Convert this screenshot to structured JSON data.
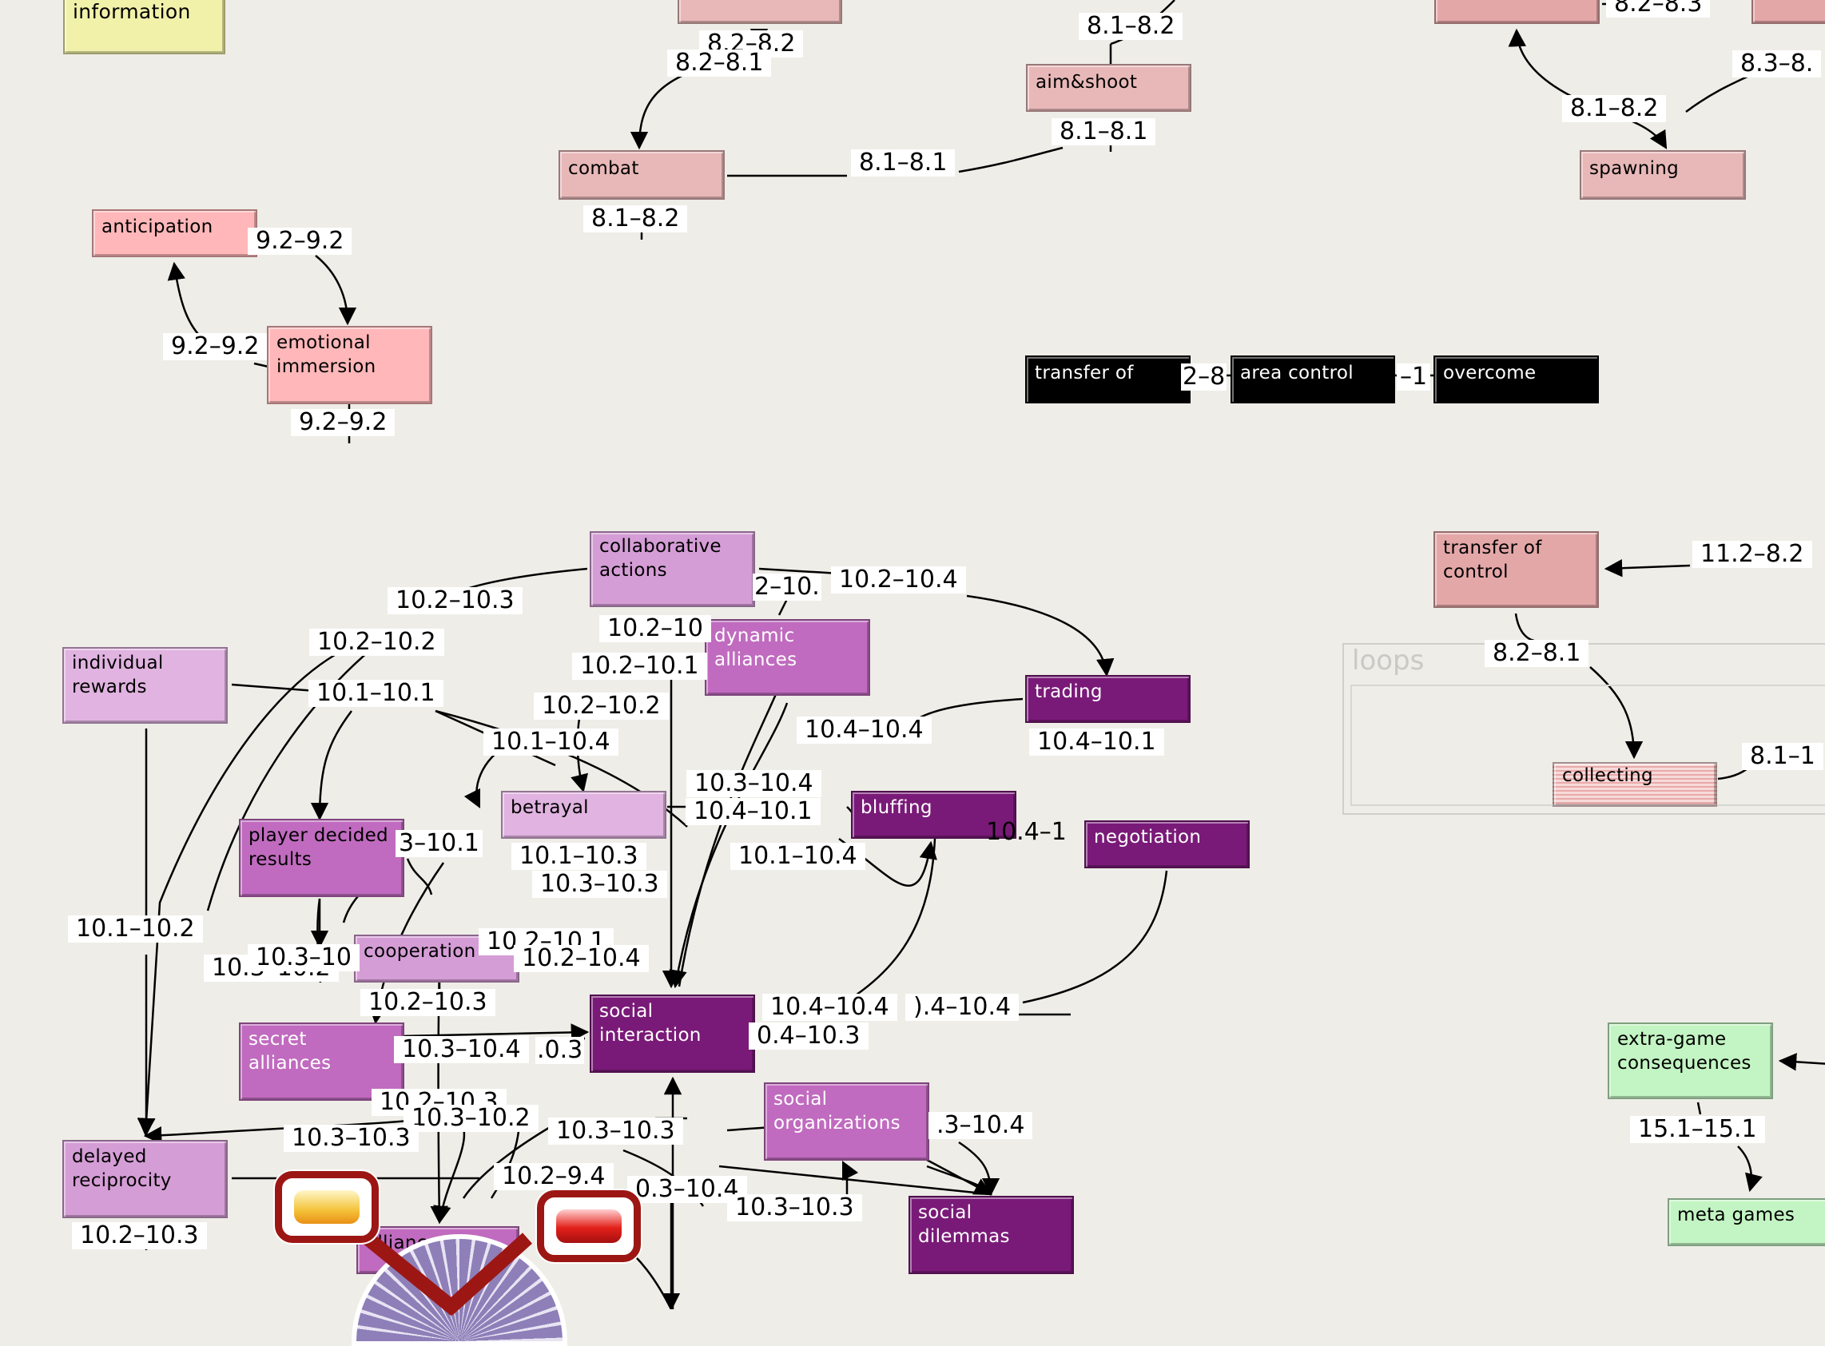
{
  "colors": {
    "background": "#eeede7",
    "light_pink": "#e8b8b8",
    "pink": "#ffb7b9",
    "rose": "#e4a7a8",
    "black": "#000000",
    "yellow_note": "#f1f1aa",
    "lavender": "#e0b3e0",
    "orchid": "#d59dd6",
    "medium_purple": "#c06bbf",
    "dark_purple": "#7a1a78",
    "mint": "#c3f4c3",
    "red_dark": "#9c1713"
  },
  "group": {
    "title": "loops"
  },
  "nodes": [
    {
      "id": "note-information",
      "label": "information",
      "style": "yellow_note",
      "text": "#000"
    },
    {
      "id": "top-node",
      "label": "",
      "style": "light_pink",
      "text": "#000"
    },
    {
      "id": "aim-shoot",
      "label": "aim&shoot",
      "style": "light_pink",
      "text": "#000"
    },
    {
      "id": "combat",
      "label": "combat",
      "style": "light_pink",
      "text": "#000"
    },
    {
      "id": "top-right-node",
      "label": "",
      "style": "rose",
      "text": "#000"
    },
    {
      "id": "top-right-node-2",
      "label": "",
      "style": "rose",
      "text": "#000"
    },
    {
      "id": "spawning",
      "label": "spawning",
      "style": "light_pink",
      "text": "#000"
    },
    {
      "id": "anticipation",
      "label": "anticipation",
      "style": "pink",
      "text": "#000"
    },
    {
      "id": "emotional-immersion",
      "label": "emotional\nimmersion",
      "style": "pink",
      "text": "#000"
    },
    {
      "id": "transfer-of",
      "label": "transfer of",
      "style": "black",
      "text": "#fff"
    },
    {
      "id": "area-control",
      "label": "area control",
      "style": "black",
      "text": "#fff"
    },
    {
      "id": "overcome",
      "label": "overcome",
      "style": "black",
      "text": "#fff"
    },
    {
      "id": "transfer-of-control",
      "label": "transfer of\ncontrol",
      "style": "rose",
      "text": "#000"
    },
    {
      "id": "collecting",
      "label": "collecting",
      "style": "stripes",
      "text": "#000"
    },
    {
      "id": "collaborative-actions",
      "label": "collaborative\nactions",
      "style": "orchid",
      "text": "#000"
    },
    {
      "id": "dynamic-alliances",
      "label": "dynamic\nalliances",
      "style": "medium_purple",
      "text": "#fff"
    },
    {
      "id": "individual-rewards",
      "label": "individual\nrewards",
      "style": "lavender",
      "text": "#000"
    },
    {
      "id": "trading",
      "label": "trading",
      "style": "dark_purple",
      "text": "#fff"
    },
    {
      "id": "betrayal",
      "label": "betrayal",
      "style": "lavender",
      "text": "#000"
    },
    {
      "id": "player-decided-results",
      "label": "player decided\nresults",
      "style": "medium_purple",
      "text": "#000"
    },
    {
      "id": "bluffing",
      "label": "bluffing",
      "style": "dark_purple",
      "text": "#fff"
    },
    {
      "id": "negotiation",
      "label": "negotiation",
      "style": "dark_purple",
      "text": "#fff"
    },
    {
      "id": "cooperation",
      "label": "cooperation",
      "style": "orchid",
      "text": "#000"
    },
    {
      "id": "social-interaction",
      "label": "social\ninteraction",
      "style": "dark_purple",
      "text": "#fff"
    },
    {
      "id": "secret-alliances",
      "label": "secret\nalliances",
      "style": "medium_purple",
      "text": "#fff"
    },
    {
      "id": "social-organizations",
      "label": "social\norganizations",
      "style": "medium_purple",
      "text": "#fff"
    },
    {
      "id": "delayed-reciprocity",
      "label": "delayed\nreciprocity",
      "style": "orchid",
      "text": "#000"
    },
    {
      "id": "social-dilemmas",
      "label": "social\ndilemmas",
      "style": "dark_purple",
      "text": "#fff"
    },
    {
      "id": "alliances-bottom",
      "label": "alliance",
      "style": "medium_purple",
      "text": "#000"
    },
    {
      "id": "extra-game-consequences",
      "label": "extra-game\nconsequences",
      "style": "mint",
      "text": "#000"
    },
    {
      "id": "meta-games",
      "label": "meta games",
      "style": "mint",
      "text": "#000"
    }
  ],
  "edge_labels": [
    "8.2–8.2",
    "8.2–8.1",
    "8.1–8.2",
    "8.1–8.1",
    "8.1–8.1",
    "8.1–8.2",
    "8.2–8.3",
    "8.1–8.2",
    "8.3–8.",
    "9.2–9.2",
    "9.2–9.2",
    "9.2–9.2",
    "2–8",
    "–1",
    "11.2–8.2",
    "8.2–8.1",
    "8.1–1",
    "10.2–10.3",
    "2–10.",
    "10.2–10.4",
    "10.2–10.2",
    "10.2–10",
    "10.2–10.1",
    "10.1–10.1",
    "10.2–10.2",
    "10.1–10.4",
    "10.4–10.4",
    "10.4–10.1",
    "10.3–10.4",
    "10.4–10.1",
    "3–10.1",
    "10.4–1",
    "10.1–10.3",
    "10.1–10.4",
    "10.3–10.3",
    "10.1–10.2",
    "10.3–10.2",
    "10.3–10",
    "10.2–10.1",
    "10.2–10.4",
    "10.2–10.3",
    "10.4–10.4",
    ").4–10.4",
    "0.4–10.3",
    "10.3–10.4",
    ".0.3",
    "10.2–10.3",
    "10.3–10.2",
    "10.3–10.3",
    "10.3–10.3",
    ".3–10.4",
    "10.2–9.4",
    "0.3–10.4",
    "10.3–10.3",
    "10.2–10.3",
    "15.1–15.1"
  ]
}
